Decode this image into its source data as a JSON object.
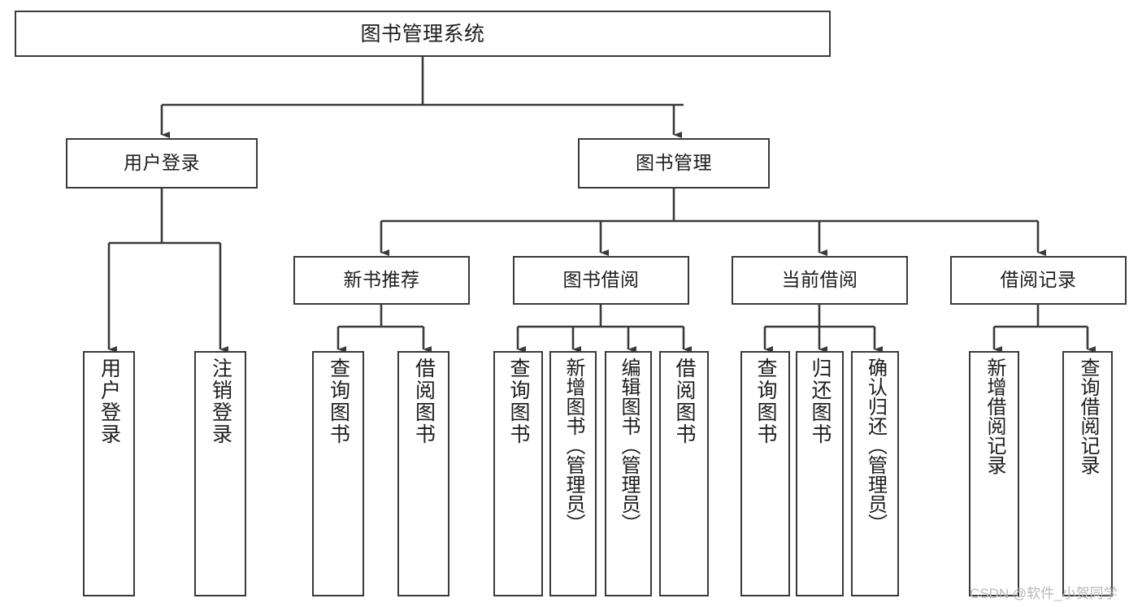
{
  "diagram": {
    "title": "图书管理系统",
    "type": "tree-hierarchy",
    "style": {
      "box_border_color": "#3a3a3a",
      "box_fill_color": "#ffffff",
      "line_color": "#3a3a3a",
      "text_color": "#1d1d1d",
      "background": "#ffffff"
    },
    "levels": [
      {
        "level": 1,
        "nodes": [
          "图书管理系统"
        ]
      },
      {
        "level": 2,
        "nodes": [
          "用户登录",
          "图书管理"
        ]
      },
      {
        "level": 3,
        "nodes": [
          "新书推荐",
          "图书借阅",
          "当前借阅",
          "借阅记录"
        ]
      },
      {
        "level": 4,
        "nodes": [
          "用户登录",
          "注销登录",
          "查询图书",
          "借阅图书",
          "查询图书",
          "新增图书（管理员）",
          "编辑图书（管理员）",
          "借阅图书",
          "查询图书",
          "归还图书",
          "确认归还（管理员）",
          "新增借阅记录",
          "查询借阅记录"
        ]
      }
    ],
    "nodes": {
      "root": {
        "label": "图书管理系统"
      },
      "user_login": {
        "label": "用户登录"
      },
      "book_manage": {
        "label": "图书管理"
      },
      "new_book_rec": {
        "label": "新书推荐"
      },
      "book_borrow": {
        "label": "图书借阅"
      },
      "current_borrow": {
        "label": "当前借阅"
      },
      "borrow_record": {
        "label": "借阅记录"
      },
      "leaf_user_login": {
        "label": "用户登录"
      },
      "leaf_logout": {
        "label": "注销登录"
      },
      "leaf_query_book_1": {
        "label": "查询图书"
      },
      "leaf_borrow_book_1": {
        "label": "借阅图书"
      },
      "leaf_query_book_2": {
        "label": "查询图书"
      },
      "leaf_add_book": {
        "label": "新增图书（管理员）"
      },
      "leaf_edit_book": {
        "label": "编辑图书（管理员）"
      },
      "leaf_borrow_book_2": {
        "label": "借阅图书"
      },
      "leaf_query_book_3": {
        "label": "查询图书"
      },
      "leaf_return_book": {
        "label": "归还图书"
      },
      "leaf_confirm_return": {
        "label": "确认归还（管理员）"
      },
      "leaf_add_record": {
        "label": "新增借阅记录"
      },
      "leaf_query_record": {
        "label": "查询借阅记录"
      }
    },
    "edges": [
      {
        "from": "root",
        "to": "user_login"
      },
      {
        "from": "root",
        "to": "book_manage"
      },
      {
        "from": "user_login",
        "to": "leaf_user_login"
      },
      {
        "from": "user_login",
        "to": "leaf_logout"
      },
      {
        "from": "book_manage",
        "to": "new_book_rec"
      },
      {
        "from": "book_manage",
        "to": "book_borrow"
      },
      {
        "from": "book_manage",
        "to": "current_borrow"
      },
      {
        "from": "book_manage",
        "to": "borrow_record"
      },
      {
        "from": "new_book_rec",
        "to": "leaf_query_book_1"
      },
      {
        "from": "new_book_rec",
        "to": "leaf_borrow_book_1"
      },
      {
        "from": "book_borrow",
        "to": "leaf_query_book_2"
      },
      {
        "from": "book_borrow",
        "to": "leaf_add_book"
      },
      {
        "from": "book_borrow",
        "to": "leaf_edit_book"
      },
      {
        "from": "book_borrow",
        "to": "leaf_borrow_book_2"
      },
      {
        "from": "current_borrow",
        "to": "leaf_query_book_3"
      },
      {
        "from": "current_borrow",
        "to": "leaf_return_book"
      },
      {
        "from": "current_borrow",
        "to": "leaf_confirm_return"
      },
      {
        "from": "borrow_record",
        "to": "leaf_add_record"
      },
      {
        "from": "borrow_record",
        "to": "leaf_query_record"
      }
    ]
  },
  "watermark": {
    "text": "CSDN @软件_小贺同学"
  }
}
